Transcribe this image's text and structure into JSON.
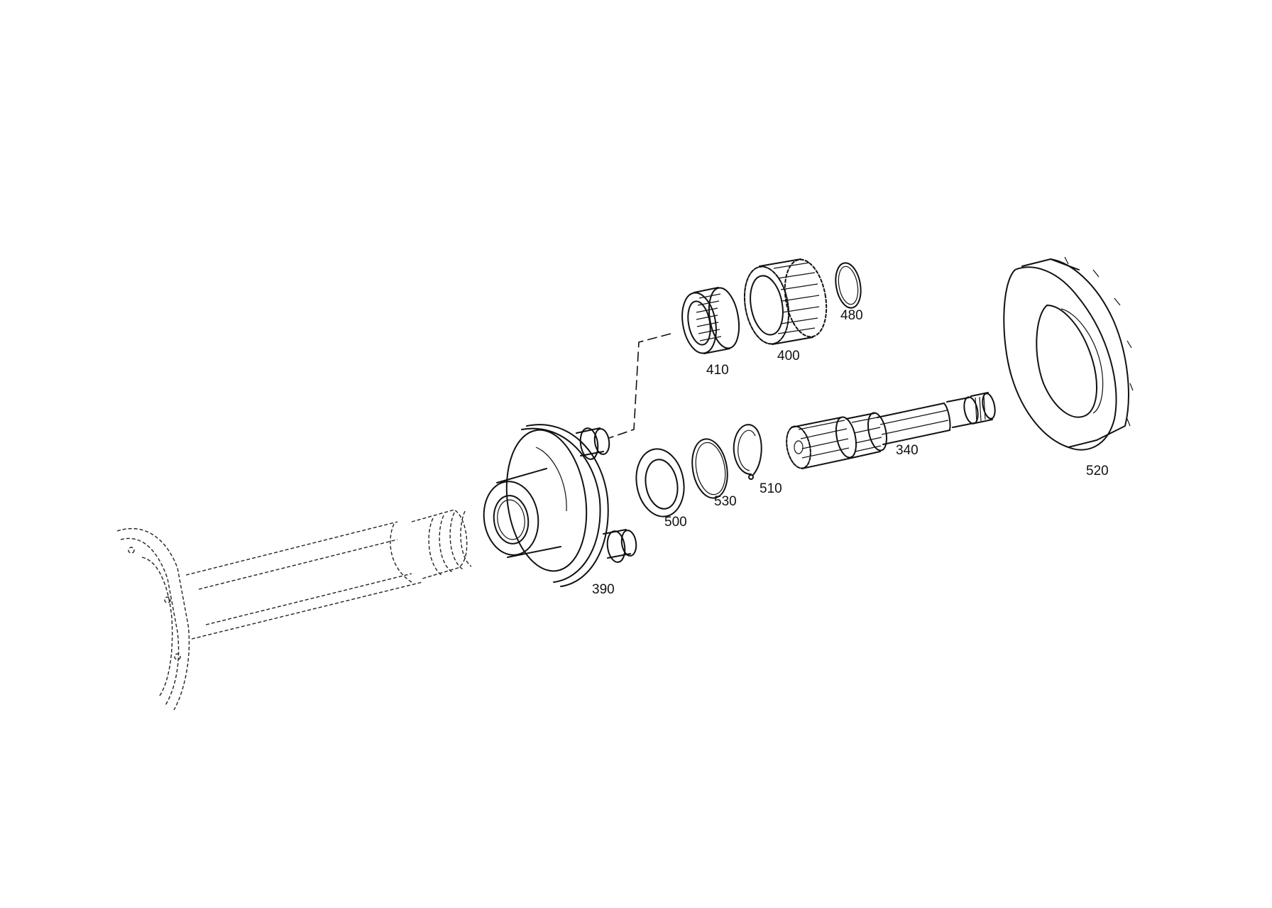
{
  "callouts": {
    "p340": "340",
    "p390": "390",
    "p400": "400",
    "p410": "410",
    "p480": "480",
    "p500": "500",
    "p510": "510",
    "p520": "520",
    "p530": "530"
  }
}
